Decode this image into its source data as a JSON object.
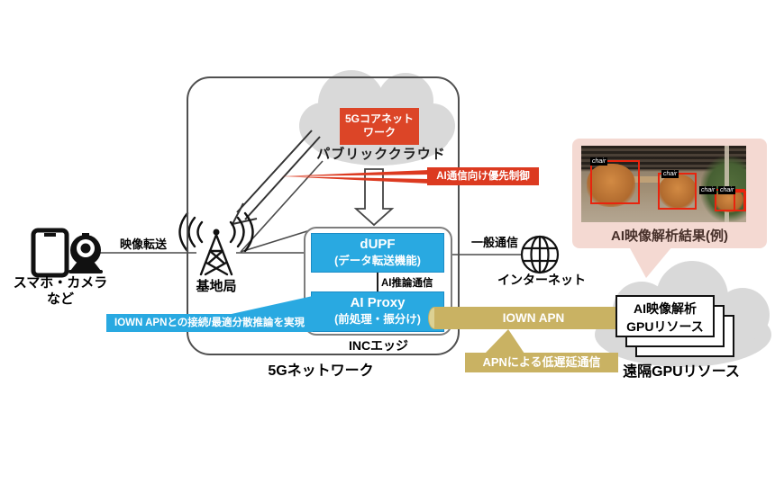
{
  "left": {
    "devices_label_1": "スマホ・カメラ",
    "devices_label_2": "など",
    "video_transfer": "映像転送"
  },
  "base_station": {
    "label": "基地局"
  },
  "cloud": {
    "public_label": "パブリッククラウド",
    "core_l1": "5Gコアネット",
    "core_l2": "ワーク"
  },
  "callout_priority": {
    "label": "AI通信向け優先制御"
  },
  "inc": {
    "dupf_l1": "dUPF",
    "dupf_l2": "(データ転送機能)",
    "ai_inference": "AI推論通信",
    "proxy_l1": "AI Proxy",
    "proxy_l2": "(前処理・振分け)",
    "label": "INCエッジ"
  },
  "network5g": {
    "label": "5Gネットワーク"
  },
  "internet": {
    "general_comm": "一般通信",
    "label": "インターネット"
  },
  "callout_iown": {
    "label": "IOWN APNとの接続/最適分散推論を実現"
  },
  "apn": {
    "label": "IOWN APN"
  },
  "callout_apn": {
    "label": "APNによる低遅延通信"
  },
  "gpu": {
    "paper_l1": "AI映像解析",
    "paper_l2": "GPUリソース",
    "remote_label": "遠隔GPUリソース"
  },
  "analysis": {
    "caption": "AI映像解析結果(例)",
    "tags": [
      "chair",
      "chair",
      "chair",
      "chair"
    ]
  },
  "colors": {
    "accent_blue": "#29a9e1",
    "accent_red": "#dc3a20",
    "accent_gold": "#c9b263",
    "bubble_pink": "#f4d9d2",
    "cloud_gray": "#d9d9d9",
    "detection_red": "#e8240e"
  }
}
